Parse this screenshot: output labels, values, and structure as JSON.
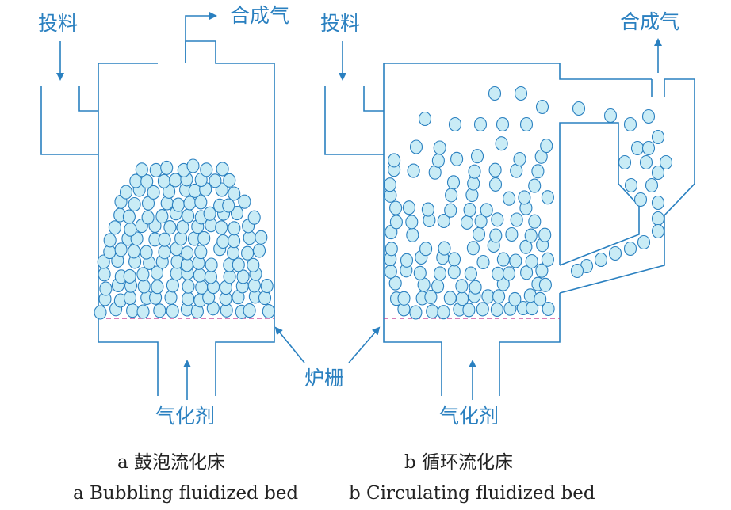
{
  "left": {
    "feed": "投料",
    "syngas": "合成气",
    "agent": "气化剂",
    "caption_cn": "a  鼓泡流化床",
    "caption_en": "a  Bubbling fluidized bed"
  },
  "right": {
    "feed": "投料",
    "syngas": "合成气",
    "agent": "气化剂",
    "caption_cn": "b  循环流化床",
    "caption_en": "b  Circulating fluidized bed"
  },
  "grate": "炉栅",
  "colors": {
    "line": "#2a80c0",
    "particle_fill": "#c9ecf6",
    "grate": "#c0318c"
  }
}
